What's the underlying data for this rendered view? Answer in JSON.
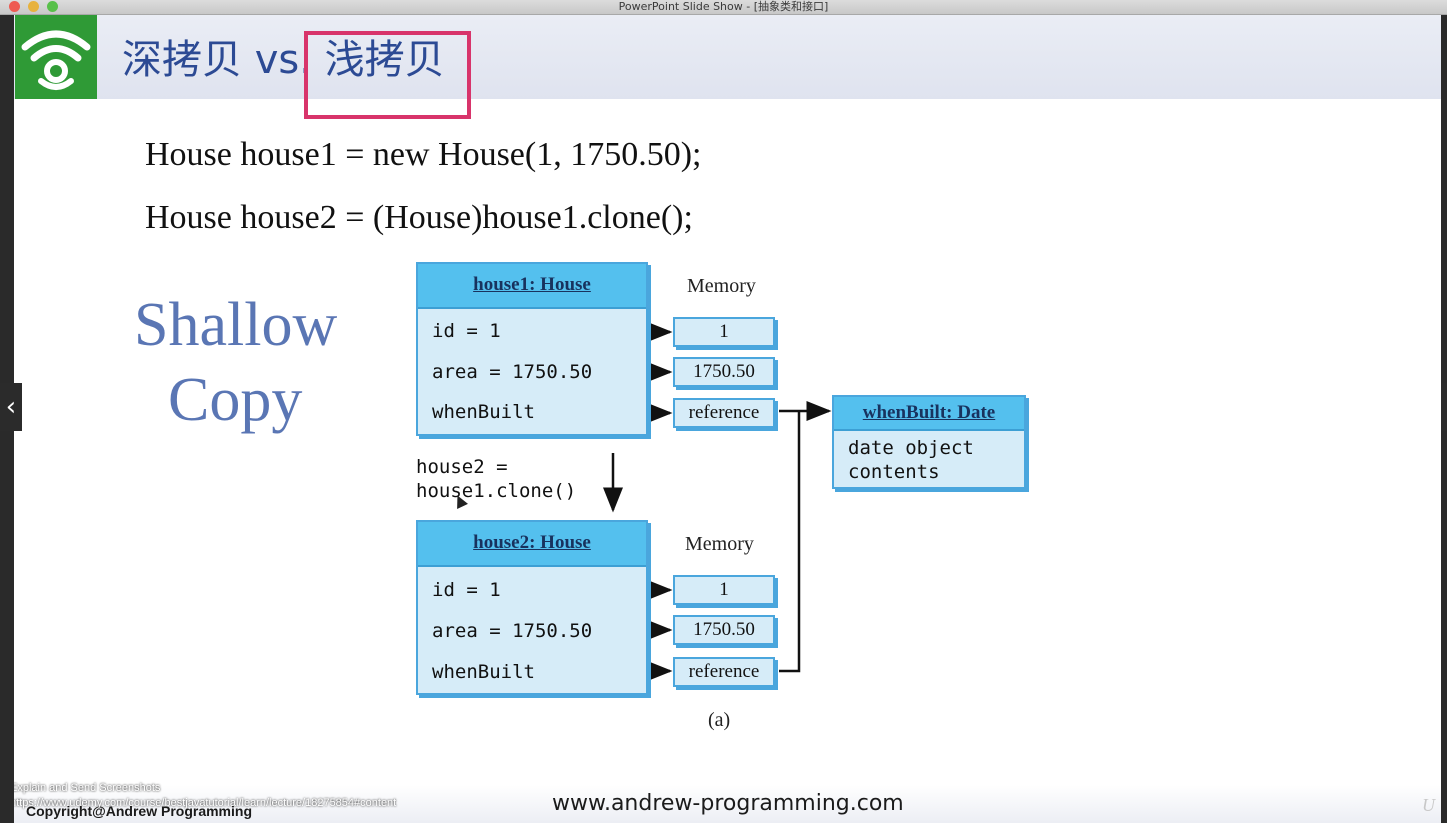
{
  "window": {
    "title": "PowerPoint Slide Show - [抽象类和接口]"
  },
  "slide": {
    "title_left": "深拷贝 vs.",
    "title_right": "浅拷贝",
    "code_line_1": "House house1 = new House(1, 1750.50);",
    "code_line_2": "House house2 = (House)house1.clone();",
    "big_label_1": "Shallow",
    "big_label_2": "Copy",
    "colors": {
      "title": "#2c4a94",
      "highlight": "#d8346b",
      "box_fill": "#d6ecf8",
      "box_header": "#54c0ee",
      "logo": "#2f9a36"
    }
  },
  "diagram": {
    "house1": {
      "header": "house1: House",
      "fields": [
        "id = 1",
        "area = 1750.50",
        "whenBuilt"
      ]
    },
    "house2": {
      "header": "house2: House",
      "fields": [
        "id = 1",
        "area = 1750.50",
        "whenBuilt"
      ]
    },
    "memory_label_1": "Memory",
    "memory_label_2": "Memory",
    "memory_1": [
      "1",
      "1750.50",
      "reference"
    ],
    "memory_2": [
      "1",
      "1750.50",
      "reference"
    ],
    "clone_line_1": "house2 =",
    "clone_line_2": "house1.clone()",
    "date_object": {
      "header": "whenBuilt: Date",
      "line_1": "date object",
      "line_2": "contents"
    },
    "caption": "(a)"
  },
  "footer": {
    "url": "www.andrew-programming.com",
    "copyright": "Copyright@Andrew Programming",
    "overlay_line_1": "Explain and Send Screenshots",
    "overlay_line_2": "https://www.udemy.com/course/bestjavatutorial/learn/lecture/18275854#content"
  },
  "icons": {
    "logo": "wifi-logo-icon",
    "prev": "chevron-left-icon"
  }
}
